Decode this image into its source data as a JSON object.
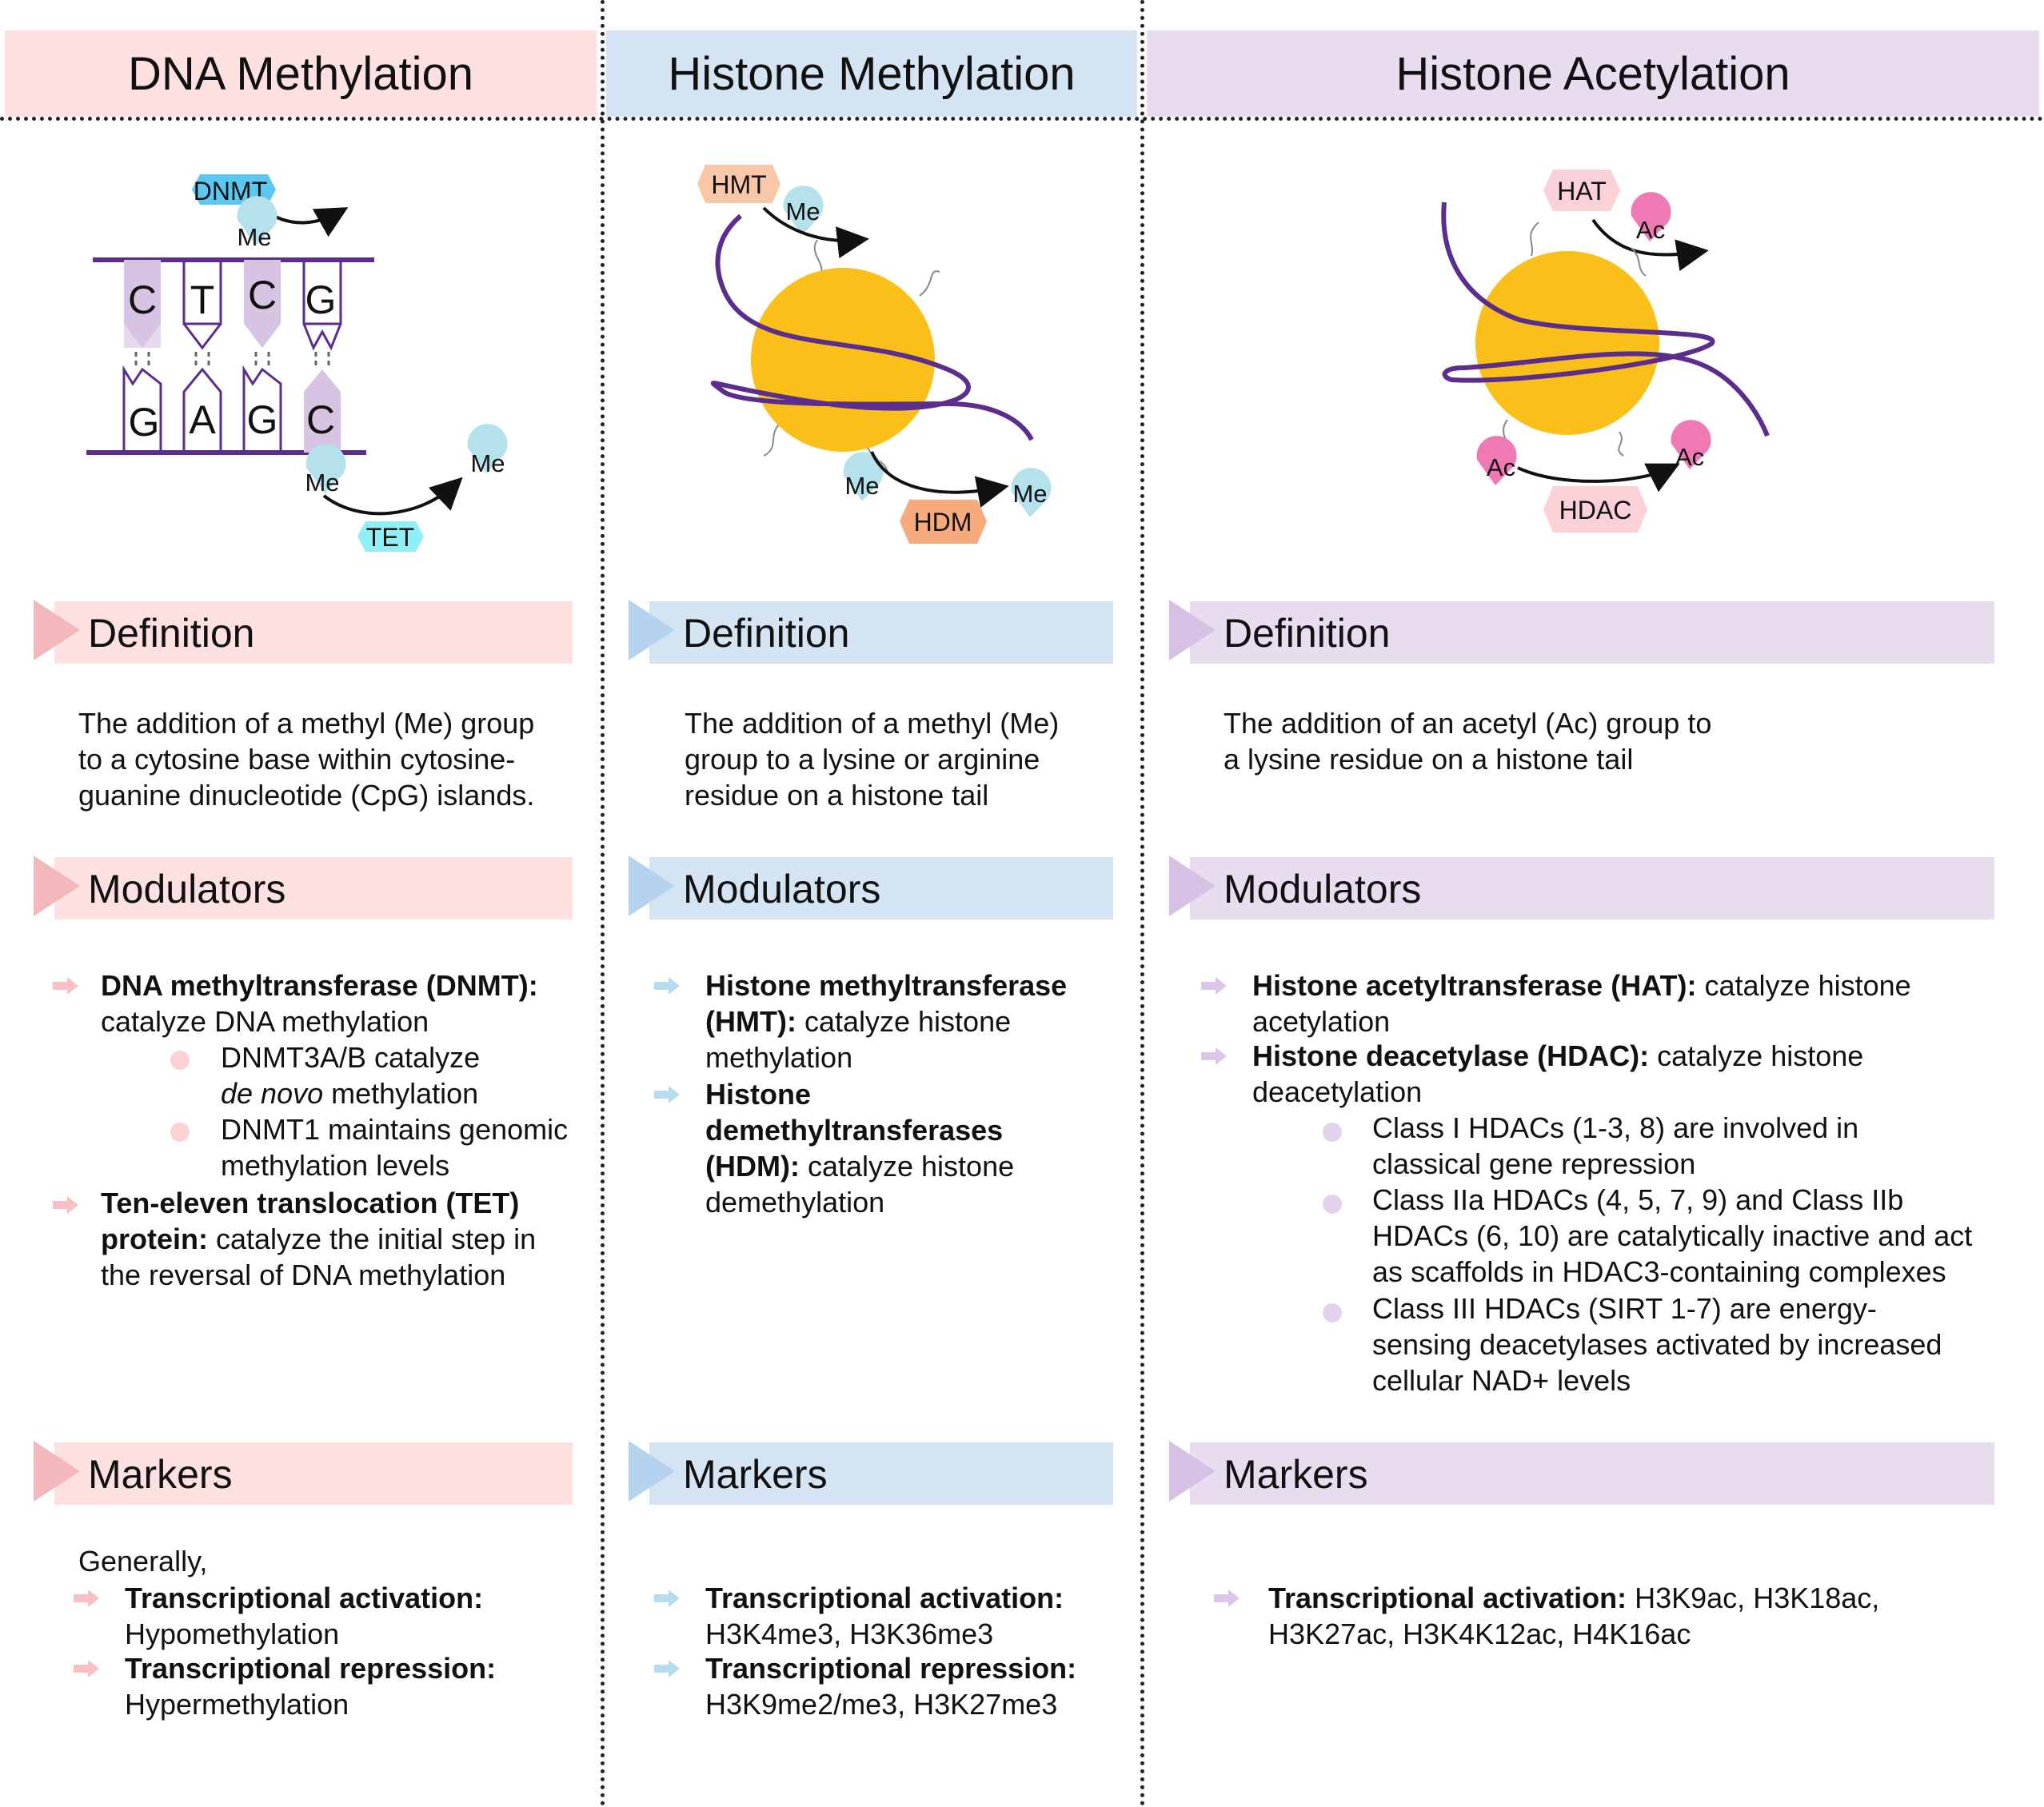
{
  "colors": {
    "dna_bg": "#fde0e0",
    "dna_accent": "#f3b8bb",
    "hmeth_bg": "#d4e4f2",
    "hmeth_accent": "#b5d3ee",
    "hac_bg": "#e8ddef",
    "hac_accent": "#d7c0e6",
    "histone": "#fbbf1a",
    "strand": "#5b2d8c"
  },
  "columns": [
    {
      "title": "DNA Methylation",
      "definition_label": "Definition",
      "definition": [
        "The addition of a methyl (Me) group",
        "to a cytosine base within cytosine-",
        "guanine dinucleotide (CpG) islands."
      ],
      "modulators_label": "Modulators",
      "markers_label": "Markers",
      "markers_intro": "Generally,"
    },
    {
      "title": "Histone Methylation",
      "definition_label": "Definition",
      "definition": [
        "The addition of a methyl (Me)",
        "group to a lysine or arginine",
        "residue on a histone tail"
      ],
      "modulators_label": "Modulators",
      "markers_label": "Markers"
    },
    {
      "title": "Histone Acetylation",
      "definition_label": "Definition",
      "definition": [
        "The addition of an acetyl (Ac) group to",
        "a lysine residue on a histone tail"
      ],
      "modulators_label": "Modulators",
      "markers_label": "Markers"
    }
  ],
  "dna_mod": {
    "dnmt_bold": "DNA methyltransferase (DNMT):",
    "dnmt_text": "catalyze DNA methylation",
    "sub1_l1": "DNMT3A/B  catalyze",
    "sub1_l2_italic": "de novo",
    "sub1_l2_rest": " methylation",
    "sub2_l1": "DNMT1  maintains genomic",
    "sub2_l2": "methylation levels",
    "tet_bold_l1": "Ten-eleven translocation (TET)",
    "tet_bold_l2": "protein:",
    "tet_text_l2": " catalyze the initial step in",
    "tet_text_l3": "the reversal of DNA methylation"
  },
  "dna_markers": {
    "act_bold": "Transcriptional activation:",
    "act_text": "Hypomethylation",
    "rep_bold": "Transcriptional repression:",
    "rep_text": "Hypermethylation"
  },
  "hm_mod": {
    "hmt_bold_l1": "Histone methyltransferase",
    "hmt_bold_l2": "(HMT):",
    "hmt_text_l2": "  catalyze histone",
    "hmt_text_l3": "methylation",
    "hdm_bold_l1": "Histone",
    "hdm_bold_l2": "demethyltransferases",
    "hdm_bold_l3": "(HDM):",
    "hdm_text_l3": "  catalyze histone",
    "hdm_text_l4": "demethylation"
  },
  "hm_markers": {
    "act_bold": "Transcriptional activation:",
    "act_text": "H3K4me3,  H3K36me3",
    "rep_bold": "Transcriptional repression:",
    "rep_text": "H3K9me2/me3,  H3K27me3"
  },
  "ha_mod": {
    "hat_bold": "Histone acetyltransferase (HAT):",
    "hat_text_l1": " catalyze histone",
    "hat_text_l2": "acetylation",
    "hdac_bold": "Histone deacetylase (HDAC):",
    "hdac_text_l1": "  catalyze histone",
    "hdac_text_l2": "deacetylation",
    "c1_l1": "Class I HDACs  (1-3, 8) are involved in",
    "c1_l2": "classical gene repression",
    "c2_l1": "Class IIa HDACs (4, 5, 7, 9) and Class IIb",
    "c2_l2": "HDACs  (6, 10) are catalytically inactive and act",
    "c2_l3": "as scaffolds in HDAC3-containing complexes",
    "c3_l1": "Class III HDACs (SIRT 1-7) are energy-",
    "c3_l2": "sensing deacetylases activated by increased",
    "c3_l3": "cellular NAD+  levels"
  },
  "ha_markers": {
    "act_bold": "Transcriptional activation:",
    "act_text_l1": " H3K9ac, H3K18ac,",
    "act_text_l2": "H3K27ac, H3K4K12ac, H4K16ac"
  },
  "diagram_labels": {
    "dnmt": "DNMT",
    "me": "Me",
    "tet": "TET",
    "top_bases": [
      "C",
      "T",
      "C",
      "G"
    ],
    "bottom_bases": [
      "G",
      "A",
      "G",
      "C"
    ],
    "hmt": "HMT",
    "hdm": "HDM",
    "hat": "HAT",
    "hdac": "HDAC",
    "ac": "Ac"
  }
}
